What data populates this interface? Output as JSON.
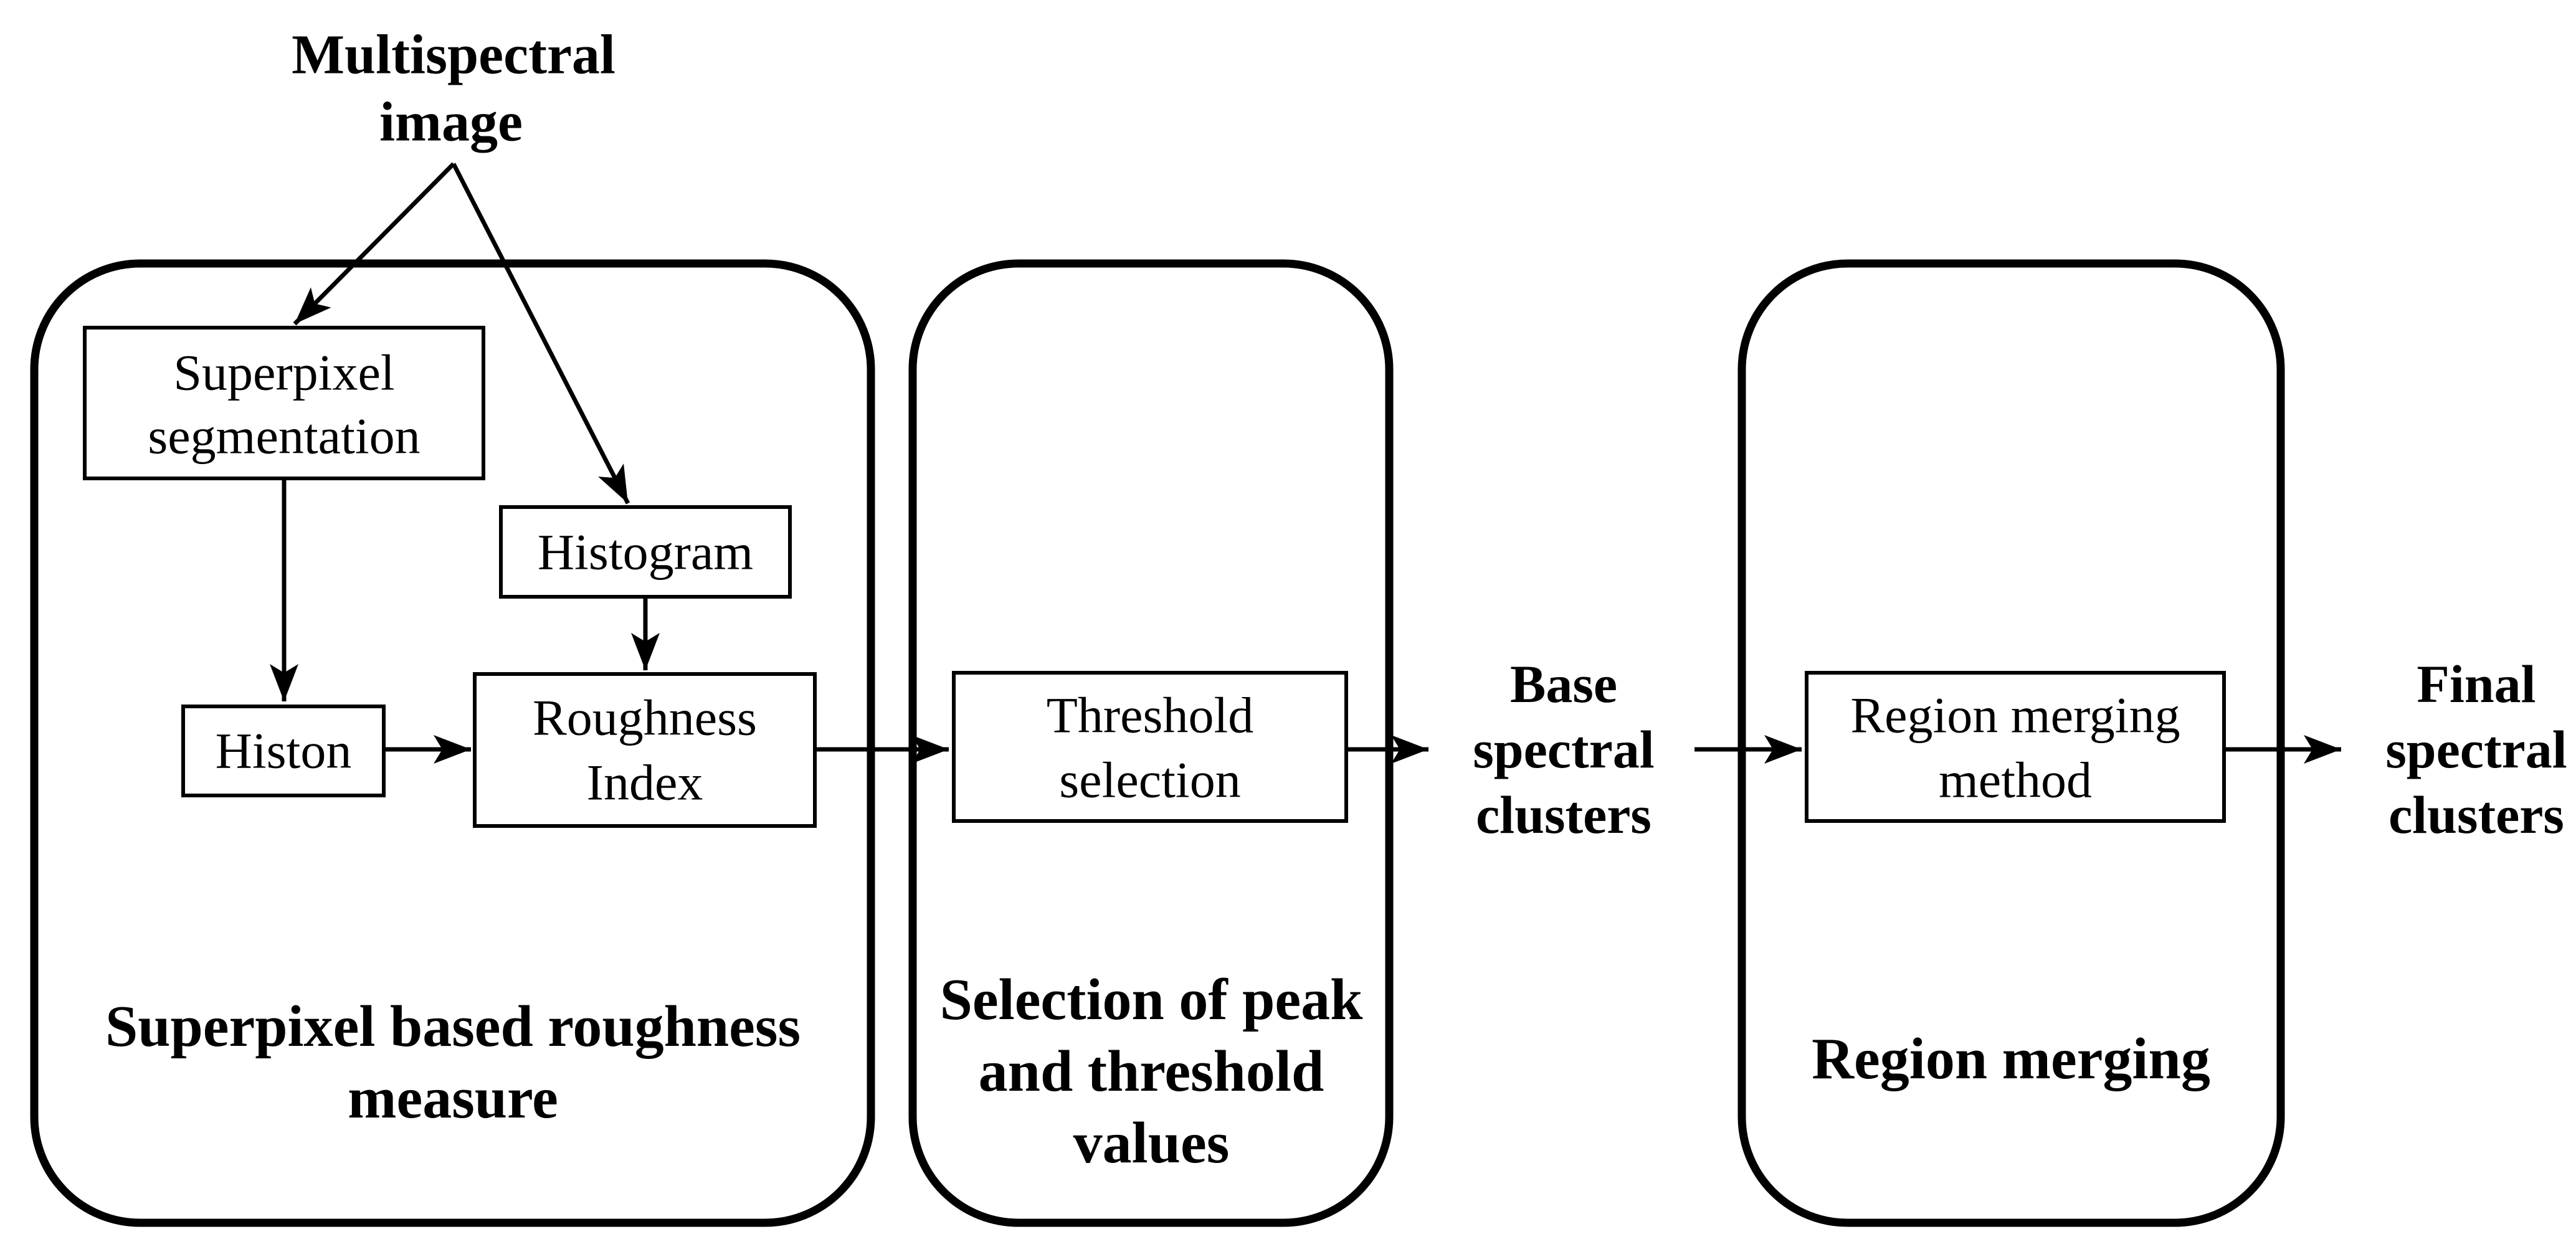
{
  "colors": {
    "background": "#ffffff",
    "stroke": "#000000"
  },
  "input": {
    "line1": "Multispectral",
    "line2": "image"
  },
  "nodes": {
    "superpixel_segmentation": {
      "line1": "Superpixel",
      "line2": "segmentation"
    },
    "histogram": {
      "label": "Histogram"
    },
    "histon": {
      "label": "Histon"
    },
    "roughness_index": {
      "line1": "Roughness",
      "line2": "Index"
    },
    "threshold_selection": {
      "line1": "Threshold",
      "line2": "selection"
    },
    "region_merging_method": {
      "line1": "Region merging",
      "line2": "method"
    }
  },
  "stages": {
    "stage1": {
      "line1": "Superpixel based roughness",
      "line2": "measure"
    },
    "stage2": {
      "line1": "Selection of peak",
      "line2": "and threshold",
      "line3": "values"
    },
    "stage3": {
      "line1": "Region merging"
    }
  },
  "intermediate_outputs": {
    "base": {
      "line1": "Base",
      "line2": "spectral",
      "line3": "clusters"
    },
    "final": {
      "line1": "Final",
      "line2": "spectral",
      "line3": "clusters"
    }
  }
}
